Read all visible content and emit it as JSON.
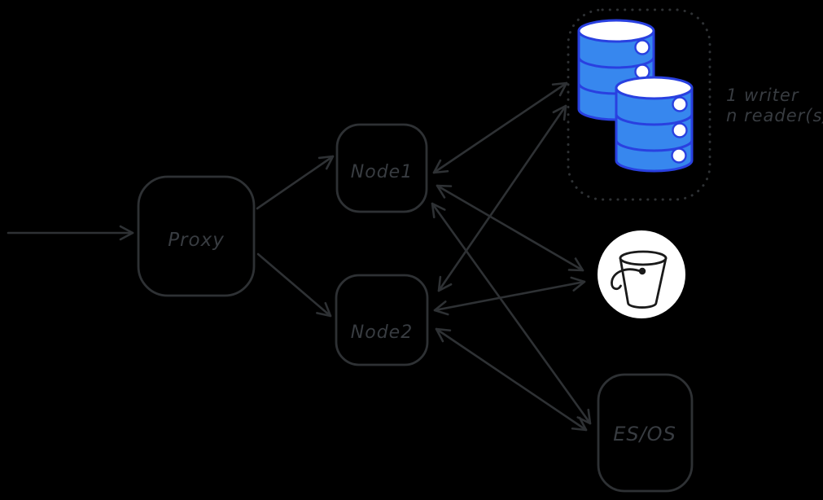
{
  "canvas": {
    "background": "#000000"
  },
  "colors": {
    "line": "#2e3134",
    "text": "#383c41",
    "db_fill": "#3787ee",
    "db_stroke": "#2940e0",
    "db_detail": "#ffffff",
    "bucket_bg": "#ffffff",
    "bucket_line": "#1a1a1a"
  },
  "nodes": {
    "proxy": {
      "label": "Proxy"
    },
    "node1": {
      "label": "Node1"
    },
    "node2": {
      "label": "Node2"
    },
    "esos": {
      "label": "ES/OS"
    }
  },
  "db_cluster": {
    "caption_line1": "1 writer",
    "caption_line2": "n reader(s)",
    "icon": "database-cylinders-icon",
    "cylinder_count": 2
  },
  "bucket": {
    "icon": "bucket-icon"
  },
  "edges": [
    "in -> proxy",
    "proxy -> node1",
    "proxy -> node2",
    "node1 <-> db-cluster",
    "node2 <-> db-cluster",
    "node1 <-> bucket",
    "node2 <-> bucket",
    "node1 <-> esos",
    "node2 <-> esos"
  ]
}
